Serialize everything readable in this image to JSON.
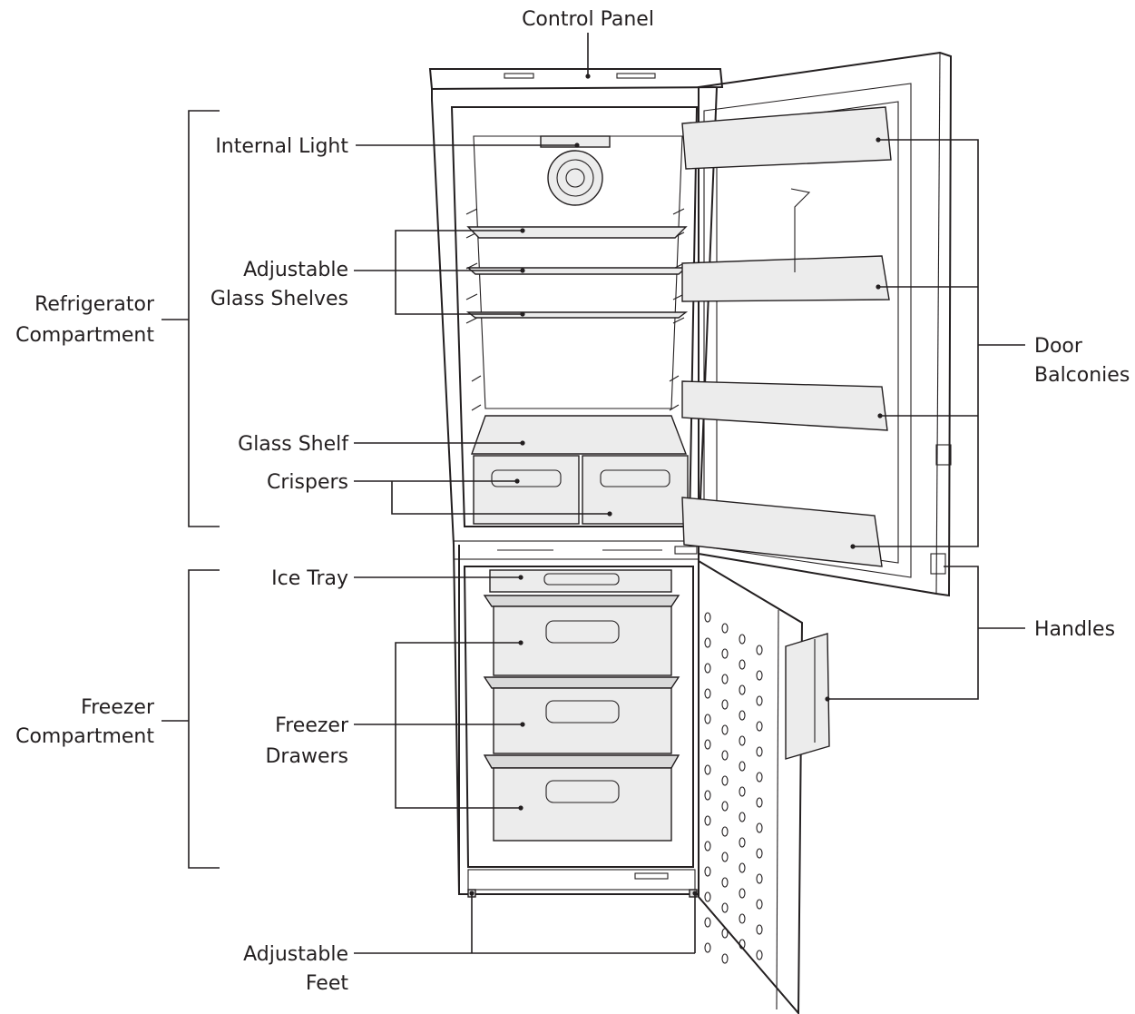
{
  "labels": {
    "control_panel": "Control Panel",
    "internal_light": "Internal Light",
    "adjustable_glass_shelves_1": "Adjustable",
    "adjustable_glass_shelves_2": "Glass Shelves",
    "refrigerator_compartment_1": "Refrigerator",
    "refrigerator_compartment_2": "Compartment",
    "glass_shelf": "Glass Shelf",
    "crispers": "Crispers",
    "ice_tray": "Ice Tray",
    "freezer_compartment_1": "Freezer",
    "freezer_compartment_2": "Compartment",
    "freezer_drawers_1": "Freezer",
    "freezer_drawers_2": "Drawers",
    "adjustable_feet_1": "Adjustable",
    "adjustable_feet_2": "Feet",
    "door_balconies_1": "Door",
    "door_balconies_2": "Balconies",
    "handles": "Handles"
  },
  "colors": {
    "line": "#231f20",
    "shade": "#d9d9d9",
    "background": "#ffffff"
  }
}
